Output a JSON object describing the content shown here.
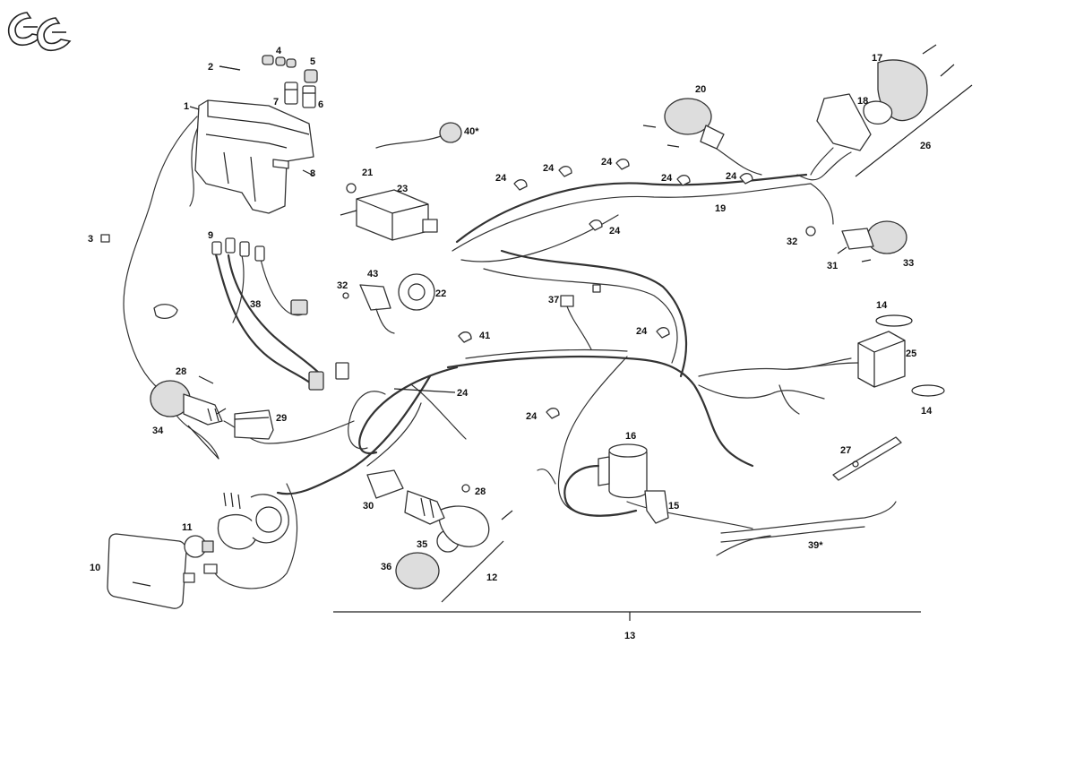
{
  "logo_text": "GG",
  "colors": {
    "ink": "#333333",
    "paper": "#ffffff",
    "shade": "#dddddd"
  },
  "labels": {
    "l1": "1",
    "l2": "2",
    "l3": "3",
    "l4": "4",
    "l5": "5",
    "l6": "6",
    "l7": "7",
    "l8": "8",
    "l9": "9",
    "l10": "10",
    "l11": "11",
    "l12": "12",
    "l13": "13",
    "l14a": "14",
    "l14b": "14",
    "l15": "15",
    "l16": "16",
    "l17": "17",
    "l18": "18",
    "l19": "19",
    "l20": "20",
    "l21": "21",
    "l22": "22",
    "l23": "23",
    "l24a": "24",
    "l24b": "24",
    "l24c": "24",
    "l24d": "24",
    "l24e": "24",
    "l24f": "24",
    "l24g": "24",
    "l24h": "24",
    "l24i": "24",
    "l25": "25",
    "l26": "26",
    "l27": "27",
    "l28a": "28",
    "l28b": "28",
    "l29": "29",
    "l30": "30",
    "l31": "31",
    "l32a": "32",
    "l32b": "32",
    "l33": "33",
    "l34": "34",
    "l35": "35",
    "l36": "36",
    "l37": "37",
    "l38": "38",
    "l39": "39*",
    "l40": "40*",
    "l41": "41",
    "l43": "43"
  }
}
